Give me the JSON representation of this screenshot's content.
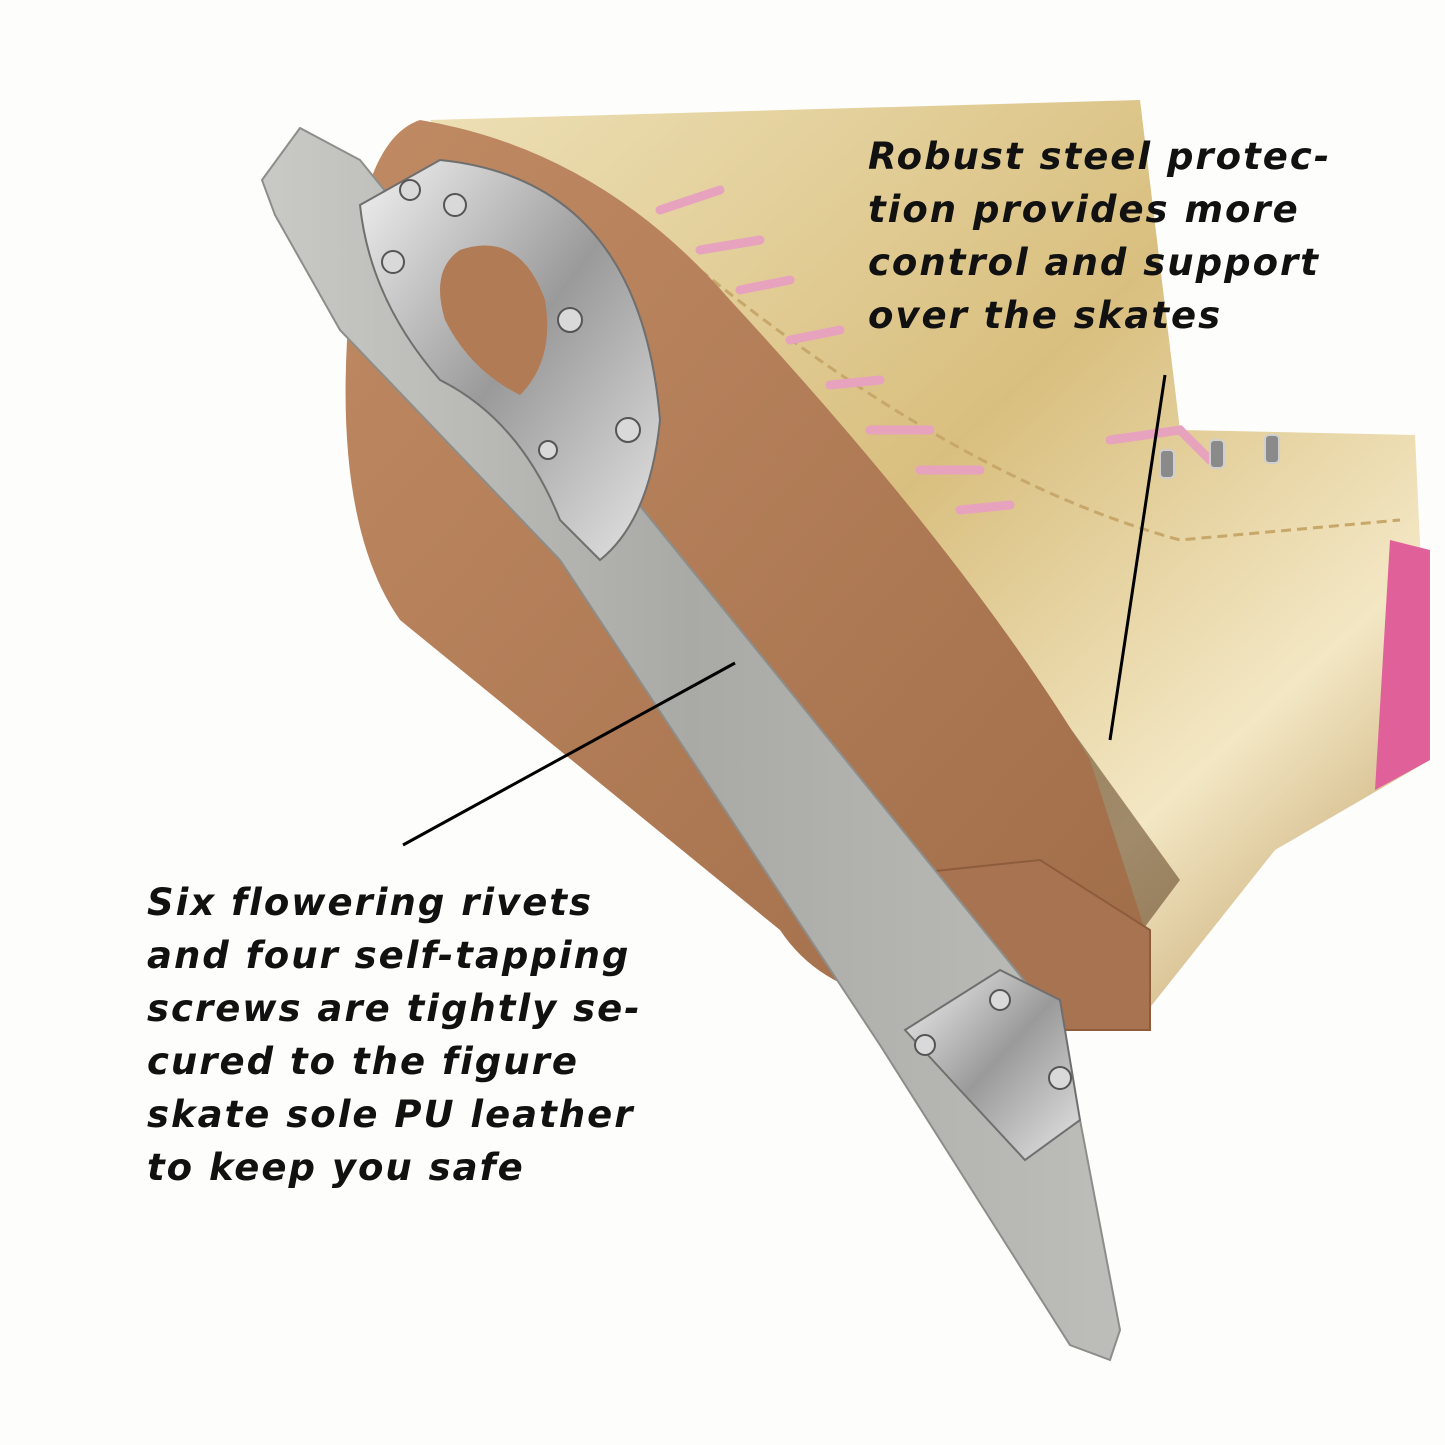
{
  "image": {
    "subject": "figure ice skate, side view from below showing blade and sole",
    "colors": {
      "background": "#fdfdfb",
      "boot_gold": "#d9bf7f",
      "sole_brown": "#b07b55",
      "blade_steel": "#b3b3b0",
      "lace_pink": "#e7a2be",
      "heel_pink": "#e0609a",
      "text": "#111111"
    }
  },
  "callouts": {
    "top": {
      "lines": [
        "Robust steel protec-",
        "tion provides more",
        "control and support",
        "over the skates"
      ]
    },
    "bottom": {
      "lines": [
        "Six flowering rivets",
        "and four self-tapping",
        "screws are tightly se-",
        "cured to the figure",
        "skate sole PU leather",
        "to keep you safe"
      ]
    }
  }
}
